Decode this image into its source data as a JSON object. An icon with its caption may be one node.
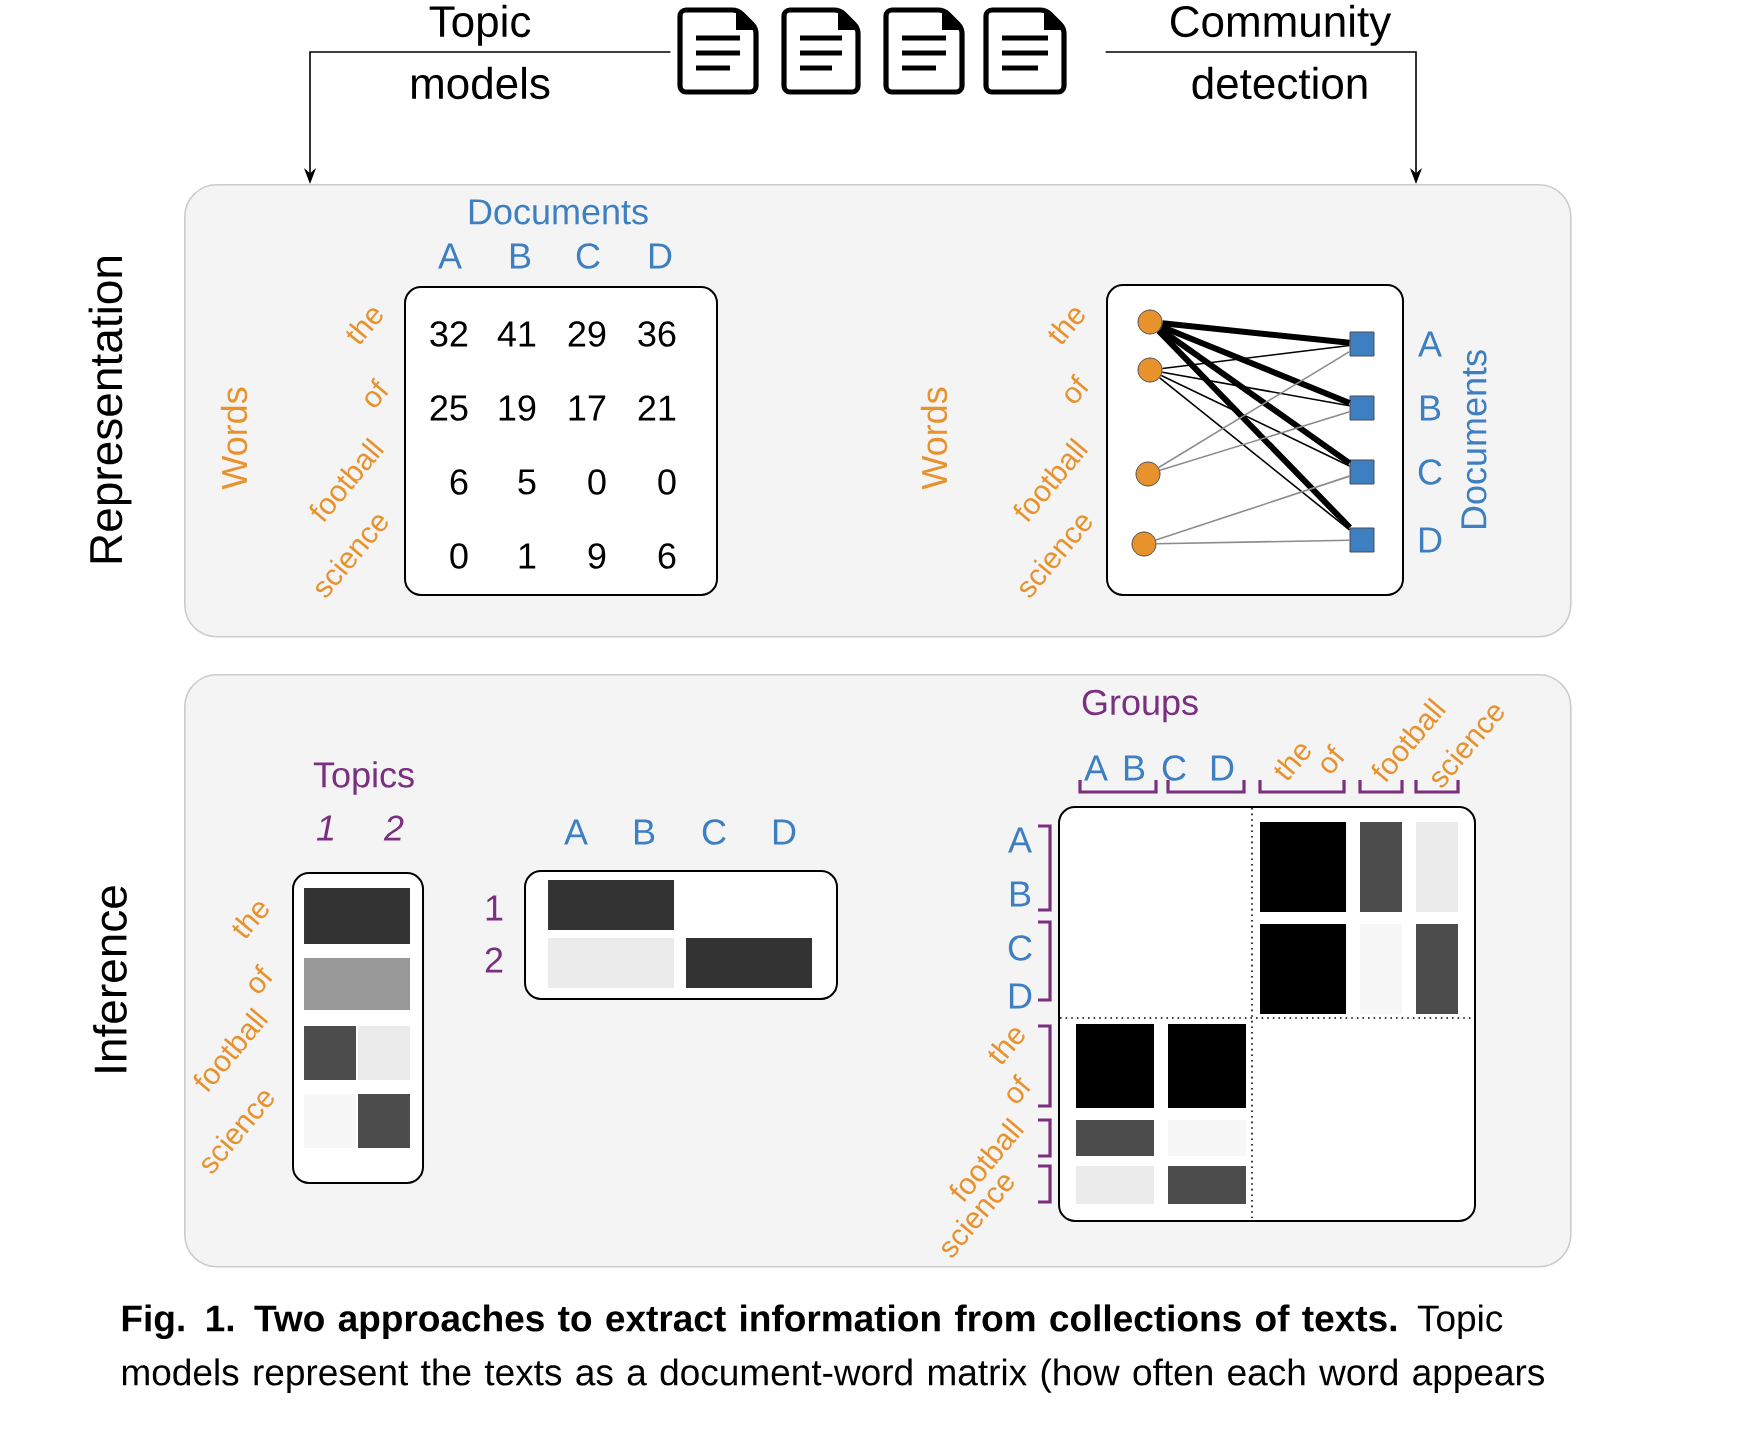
{
  "diagram": {
    "caption": "**Fig. 1. Two approaches to extract information from collections of texts.** Topic models represent the texts as a document-word matrix (how often each word appears",
    "nodes": [
      {
        "text": [
          "Topic models"
        ]
      },
      {
        "text": [
          "Community detection"
        ]
      },
      {
        "text": [
          "Representation"
        ]
      },
      {
        "text": [
          "32",
          "41",
          "29",
          "36",
          "25",
          "19",
          "17",
          "21",
          "6",
          "5",
          "0",
          "0",
          "0",
          "1",
          "9",
          "6"
        ],
        "in": 2
      },
      {
        "text": [],
        "shape": "box",
        "in": 2
      },
      {
        "text": [],
        "shape": "circle",
        "in": 4,
        "beside": [
          "the"
        ]
      },
      {
        "text": [],
        "shape": "circle",
        "in": 4,
        "beside": [
          "of"
        ]
      },
      {
        "text": [],
        "shape": "circle",
        "in": 4,
        "beside": [
          "football"
        ]
      },
      {
        "text": [],
        "shape": "circle",
        "in": 4,
        "beside": [
          "science"
        ]
      },
      {
        "text": [],
        "shape": "square",
        "in": 4,
        "beside": [
          "A"
        ]
      },
      {
        "text": [],
        "shape": "square",
        "in": 4,
        "beside": [
          "B"
        ]
      },
      {
        "text": [],
        "shape": "square",
        "in": 4,
        "beside": [
          "C"
        ]
      },
      {
        "text": [],
        "shape": "square",
        "in": 4,
        "beside": [
          "D"
        ]
      },
      {
        "text": [
          "Inference"
        ]
      },
      {
        "text": [],
        "shape": "box",
        "in": 13
      },
      {
        "text": [],
        "shape": "box",
        "in": 13
      },
      {
        "text": [],
        "shape": "box",
        "in": 13
      }
    ],
    "edges": [
      {
        "from": 0,
        "to": 2,
        "arrow": "to"
      },
      {
        "from": 1,
        "to": 2,
        "arrow": "to"
      },
      {
        "from": 5,
        "to": 9,
        "arrow": "none",
        "style": "thick"
      },
      {
        "from": 5,
        "to": 10,
        "arrow": "none",
        "style": "thick"
      },
      {
        "from": 5,
        "to": 11,
        "arrow": "none",
        "style": "thick"
      },
      {
        "from": 5,
        "to": 12,
        "arrow": "none",
        "style": "thick"
      },
      {
        "from": 6,
        "to": 9,
        "arrow": "none"
      },
      {
        "from": 6,
        "to": 10,
        "arrow": "none"
      },
      {
        "from": 6,
        "to": 11,
        "arrow": "none"
      },
      {
        "from": 6,
        "to": 12,
        "arrow": "none"
      },
      {
        "from": 7,
        "to": 9,
        "arrow": "none",
        "color": "#8c8c8c"
      },
      {
        "from": 7,
        "to": 10,
        "arrow": "none",
        "color": "#8c8c8c"
      },
      {
        "from": 8,
        "to": 11,
        "arrow": "none",
        "color": "#8c8c8c"
      },
      {
        "from": 8,
        "to": 12,
        "arrow": "none",
        "color": "#8c8c8c"
      }
    ],
    "labels": [
      "Documents",
      "A",
      "B",
      "C",
      "D",
      "Words",
      "the",
      "of",
      "football",
      "science",
      "Words",
      "Documents",
      "Topics",
      "1",
      "2",
      "the",
      "of",
      "football",
      "science",
      "A",
      "B",
      "C",
      "D",
      "1",
      "2",
      "Groups",
      "A",
      "B",
      "C",
      "D",
      "the",
      "of",
      "football",
      "science",
      "A",
      "B",
      "C",
      "D",
      "the",
      "of",
      "football",
      "science"
    ]
  }
}
